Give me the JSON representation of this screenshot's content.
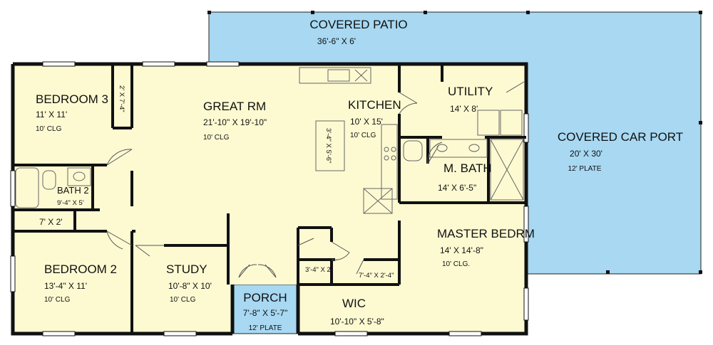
{
  "colors": {
    "interior": "#fdfad2",
    "covered": "#a8d8f2",
    "wall": "#111111",
    "fixture": "#666666"
  },
  "rooms": {
    "covered_patio": {
      "name": "COVERED PATIO",
      "size": "36'-6\" X 6'"
    },
    "covered_car_port": {
      "name": "COVERED CAR PORT",
      "size": "20' X 30'",
      "note": "12' PLATE"
    },
    "bedroom3": {
      "name": "BEDROOM 3",
      "size": "11' X 11'",
      "clg": "10' CLG"
    },
    "closet_bed3": {
      "size": "2' X 7'-4\""
    },
    "great_rm": {
      "name": "GREAT RM",
      "size": "21'-10\" X 19'-10\"",
      "clg": "10' CLG"
    },
    "kitchen": {
      "name": "KITCHEN",
      "size": "10' X 15'",
      "clg": "10' CLG"
    },
    "island": {
      "size": "3'-4\" X 5'-6\""
    },
    "utility": {
      "name": "UTILITY",
      "size": "14' X 8'"
    },
    "m_bath": {
      "name": "M. BATH",
      "size": "14' X 6'-5\""
    },
    "bath2": {
      "name": "BATH 2",
      "size": "9'-4\" X 5'"
    },
    "closet_hall": {
      "size": "7' X 2'"
    },
    "bedroom2": {
      "name": "BEDROOM 2",
      "size": "13'-4\" X 11'",
      "clg": "10' CLG"
    },
    "study": {
      "name": "STUDY",
      "size": "10'-8\" X 10'",
      "clg": "10' CLG"
    },
    "porch": {
      "name": "PORCH",
      "size": "7'-8\" X 5'-7\"",
      "note": "12' PLATE"
    },
    "wic": {
      "name": "WIC",
      "size": "10'-10\" X 5'-8\""
    },
    "closet_small": {
      "size": "3'-4\" X 2'"
    },
    "closet_master": {
      "size": "7'-4\" X 2'-4\""
    },
    "master_bedrm": {
      "name": "MASTER BEDRM",
      "size": "14' X 14'-8\"",
      "clg": "10' CLG."
    }
  }
}
